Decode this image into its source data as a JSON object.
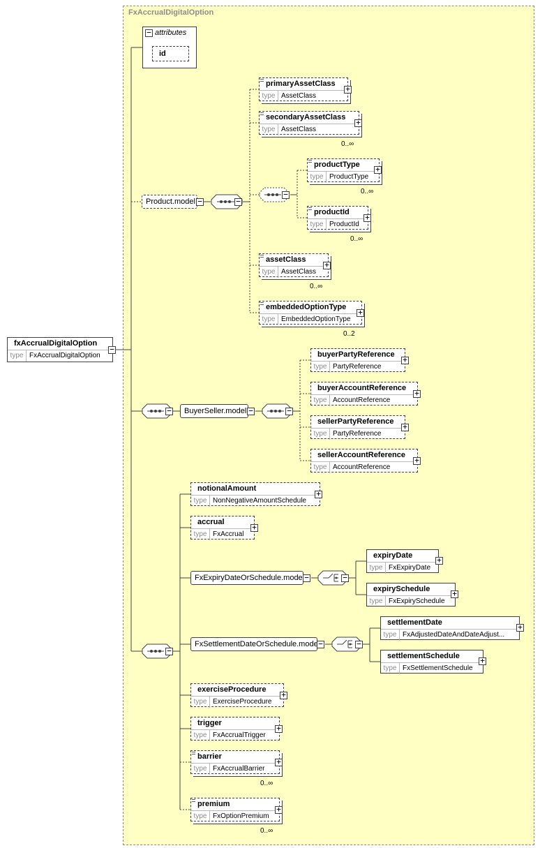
{
  "type_name": "FxAccrualDigitalOption",
  "attributes_label": "attributes",
  "attribute_id": "id",
  "type_keyword": "type",
  "root": {
    "name": "fxAccrualDigitalOption",
    "type": "FxAccrualDigitalOption"
  },
  "groups": {
    "product_model": "Product.model",
    "buyer_seller_model": "BuyerSeller.model",
    "expiry_model": "FxExpiryDateOrSchedule.model",
    "settlement_model": "FxSettlementDateOrSchedule.model"
  },
  "elements": {
    "primaryAssetClass": {
      "name": "primaryAssetClass",
      "type": "AssetClass",
      "occ": ""
    },
    "secondaryAssetClass": {
      "name": "secondaryAssetClass",
      "type": "AssetClass",
      "occ": "0..∞"
    },
    "productType": {
      "name": "productType",
      "type": "ProductType",
      "occ": "0..∞"
    },
    "productId": {
      "name": "productId",
      "type": "ProductId",
      "occ": "0..∞"
    },
    "assetClass": {
      "name": "assetClass",
      "type": "AssetClass",
      "occ": "0..∞"
    },
    "embeddedOptionType": {
      "name": "embeddedOptionType",
      "type": "EmbeddedOptionType",
      "occ": "0..2"
    },
    "buyerPartyReference": {
      "name": "buyerPartyReference",
      "type": "PartyReference"
    },
    "buyerAccountReference": {
      "name": "buyerAccountReference",
      "type": "AccountReference"
    },
    "sellerPartyReference": {
      "name": "sellerPartyReference",
      "type": "PartyReference"
    },
    "sellerAccountReference": {
      "name": "sellerAccountReference",
      "type": "AccountReference"
    },
    "notionalAmount": {
      "name": "notionalAmount",
      "type": "NonNegativeAmountSchedule"
    },
    "accrual": {
      "name": "accrual",
      "type": "FxAccrual"
    },
    "expiryDate": {
      "name": "expiryDate",
      "type": "FxExpiryDate"
    },
    "expirySchedule": {
      "name": "expirySchedule",
      "type": "FxExpirySchedule"
    },
    "settlementDate": {
      "name": "settlementDate",
      "type": "FxAdjustedDateAndDateAdjust..."
    },
    "settlementSchedule": {
      "name": "settlementSchedule",
      "type": "FxSettlementSchedule"
    },
    "exerciseProcedure": {
      "name": "exerciseProcedure",
      "type": "ExerciseProcedure"
    },
    "trigger": {
      "name": "trigger",
      "type": "FxAccrualTrigger"
    },
    "barrier": {
      "name": "barrier",
      "type": "FxAccrualBarrier",
      "occ": "0..∞"
    },
    "premium": {
      "name": "premium",
      "type": "FxOptionPremium",
      "occ": "0..∞"
    }
  },
  "colors": {
    "type_background": "#ffffc4",
    "border": "#404040"
  }
}
